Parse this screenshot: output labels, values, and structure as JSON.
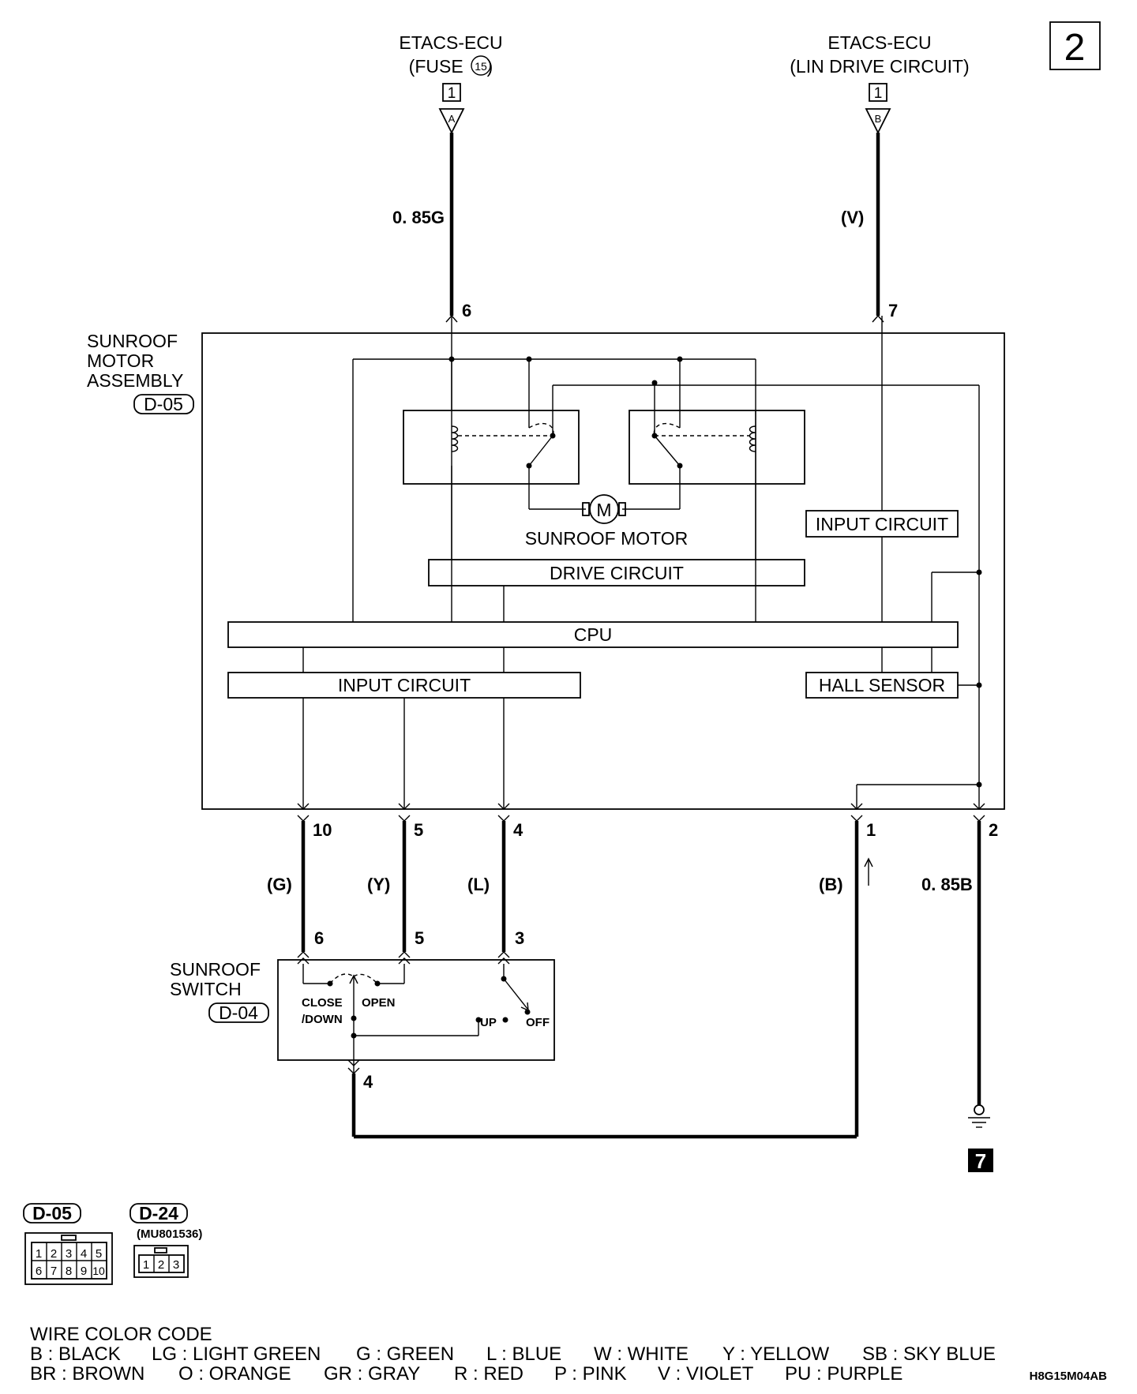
{
  "page_number": "2",
  "sources": [
    {
      "name": "ETACS-ECU",
      "detail": "(FUSE",
      "fuse_no": "15",
      "detail_end": ")",
      "ref": "1",
      "conn": "A"
    },
    {
      "name": "ETACS-ECU",
      "detail": "(LIN DRIVE CIRCUIT)",
      "ref": "1",
      "conn": "B"
    }
  ],
  "wires": {
    "fuse_wire": "0. 85G",
    "lin_wire": "(V)",
    "switch_close": "(G)",
    "switch_open": "(Y)",
    "switch_up": "(L)",
    "ground_return": "(B)",
    "ground_wire": "0. 85B"
  },
  "motor_assembly": {
    "label": [
      "SUNROOF",
      "MOTOR",
      "ASSEMBLY"
    ],
    "connector": "D-05",
    "pins_top": [
      "6",
      "7"
    ],
    "pins_bottom": [
      "10",
      "5",
      "4",
      "1",
      "2"
    ],
    "motor_symbol": "M",
    "motor_label": "SUNROOF MOTOR",
    "blocks": {
      "input_circuit_right": "INPUT CIRCUIT",
      "drive_circuit": "DRIVE CIRCUIT",
      "cpu": "CPU",
      "input_circuit_left": "INPUT CIRCUIT",
      "hall_sensor": "HALL SENSOR"
    }
  },
  "switch": {
    "label": [
      "SUNROOF",
      "SWITCH"
    ],
    "connector": "D-04",
    "pins_top": [
      "6",
      "5",
      "3"
    ],
    "pin_bottom": "4",
    "positions": {
      "close": "CLOSE",
      "down": "/DOWN",
      "open": "OPEN",
      "up": "UP",
      "off": "OFF"
    }
  },
  "ground_ref": "7",
  "connectors": [
    {
      "id": "D-05",
      "part_no": "",
      "pins": [
        "1",
        "2",
        "3",
        "4",
        "5",
        "6",
        "7",
        "8",
        "9",
        "10"
      ]
    },
    {
      "id": "D-24",
      "part_no": "(MU801536)",
      "pins": [
        "1",
        "2",
        "3"
      ]
    }
  ],
  "legend": {
    "title": "WIRE COLOR CODE",
    "row1": [
      "B : BLACK",
      "LG : LIGHT GREEN",
      "G : GREEN",
      "L : BLUE",
      "W : WHITE",
      "Y : YELLOW",
      "SB : SKY BLUE"
    ],
    "row2": [
      "BR : BROWN",
      "O : ORANGE",
      "GR : GRAY",
      "R : RED",
      "P : PINK",
      "V : VIOLET",
      "PU : PURPLE"
    ]
  },
  "drawing_code": "H8G15M04AB"
}
